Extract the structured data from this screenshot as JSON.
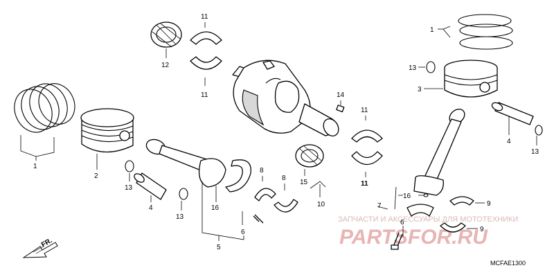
{
  "callouts": [
    {
      "id": "l1a",
      "text": "1"
    },
    {
      "id": "l2",
      "text": "2"
    },
    {
      "id": "l13a",
      "text": "13"
    },
    {
      "id": "l4a",
      "text": "4"
    },
    {
      "id": "l13b",
      "text": "13"
    },
    {
      "id": "l16a",
      "text": "16"
    },
    {
      "id": "l5",
      "text": "5"
    },
    {
      "id": "l6a",
      "text": "6"
    },
    {
      "id": "l12",
      "text": "12"
    },
    {
      "id": "l11a",
      "text": "11"
    },
    {
      "id": "l11b",
      "text": "11"
    },
    {
      "id": "l8a",
      "text": "8"
    },
    {
      "id": "l8b",
      "text": "8"
    },
    {
      "id": "l15",
      "text": "15"
    },
    {
      "id": "l10",
      "text": "10"
    },
    {
      "id": "l14",
      "text": "14"
    },
    {
      "id": "l11c",
      "text": "11"
    },
    {
      "id": "l11d",
      "text": "11"
    },
    {
      "id": "l1b",
      "text": "1"
    },
    {
      "id": "l13c",
      "text": "13"
    },
    {
      "id": "l3",
      "text": "3"
    },
    {
      "id": "l4b",
      "text": "4"
    },
    {
      "id": "l13d",
      "text": "13"
    },
    {
      "id": "l16b",
      "text": "16"
    },
    {
      "id": "l9a",
      "text": "9"
    },
    {
      "id": "l9b",
      "text": "9"
    },
    {
      "id": "l7",
      "text": "7"
    },
    {
      "id": "l6b",
      "text": "6"
    }
  ],
  "front_marker": "FR.",
  "watermark": {
    "line1": "ЗАПЧАСТИ И АКСЕССУАРЫ ДЛЯ МОТОТЕХНИКИ",
    "line2": "PARTSFOR.RU"
  },
  "diagram_code": "MCFAE1300"
}
